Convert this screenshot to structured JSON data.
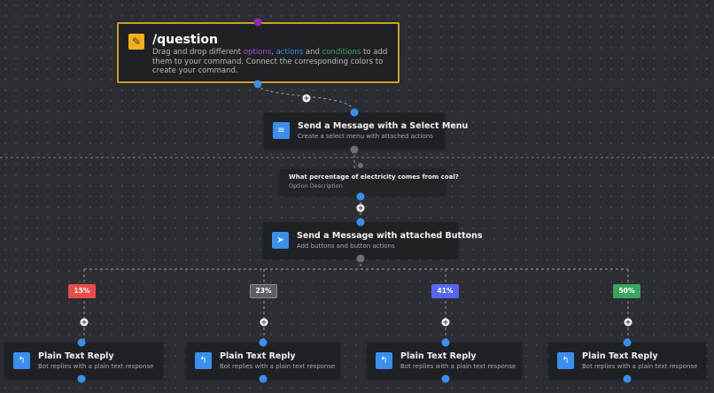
{
  "command_node": {
    "title": "/question",
    "description_pre": "Drag and drop different ",
    "options_word": "options",
    "sep1": ", ",
    "actions_word": "actions",
    "sep2": " and ",
    "conditions_word": "conditions",
    "description_post": " to add them to your command. Connect the corresponding colors to create your command.",
    "icon": "hammer-icon"
  },
  "select_menu_node": {
    "title": "Send a Message with a Select Menu",
    "description": "Create a select menu with attached actions",
    "icon": "list-icon"
  },
  "option_node": {
    "title": "What percentage of electricity comes from coal?",
    "description": "Option Description"
  },
  "buttons_node": {
    "title": "Send a Message with attached Buttons",
    "description": "Add buttons and button actions",
    "icon": "cursor-icon"
  },
  "buttons": [
    {
      "label": "15%",
      "color": "#e84c4c"
    },
    {
      "label": "23%",
      "color": "#5c5f66"
    },
    {
      "label": "41%",
      "color": "#5865f2"
    },
    {
      "label": "50%",
      "color": "#3ba55d"
    }
  ],
  "reply_nodes": [
    {
      "title": "Plain Text Reply",
      "description": "Bot replies with a plain text response",
      "icon": "reply-icon"
    },
    {
      "title": "Plain Text Reply",
      "description": "Bot replies with a plain text response",
      "icon": "reply-icon"
    },
    {
      "title": "Plain Text Reply",
      "description": "Bot replies with a plain text response",
      "icon": "reply-icon"
    },
    {
      "title": "Plain Text Reply",
      "description": "Bot replies with a plain text response",
      "icon": "reply-icon"
    }
  ],
  "colors": {
    "canvas": "#2d2e33",
    "node": "#202125",
    "command_border": "#c9a227",
    "action_blue": "#3b8ff0",
    "option_purple": "#8b2fb5"
  }
}
